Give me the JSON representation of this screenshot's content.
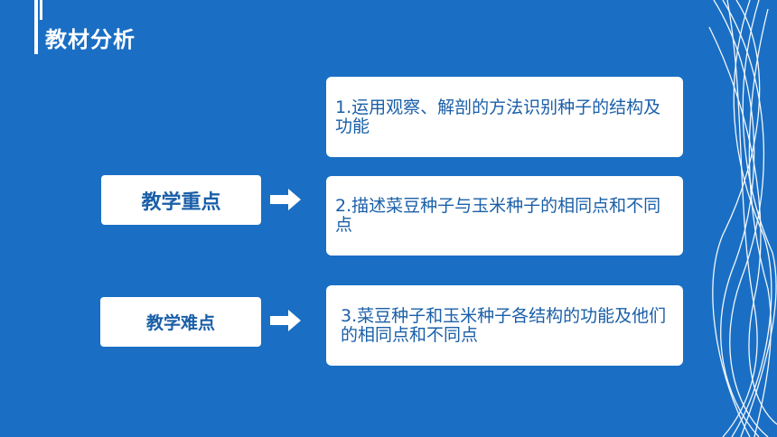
{
  "title": "教材分析",
  "colors": {
    "background": "#1a6fc4",
    "box": "#ffffff",
    "text_blue": "#1a5fa8"
  },
  "focus": {
    "label": "教学重点",
    "items": [
      "1.运用观察、解剖的方法识别种子的结构及功能",
      "2.描述菜豆种子与玉米种子的相同点和不同点"
    ]
  },
  "difficulty": {
    "label": "教学难点",
    "items": [
      "3.菜豆种子和玉米种子各结构的功能及他们的相同点和不同点"
    ]
  },
  "icons": {
    "arrow": "right-arrow-icon",
    "decoration": "curved-lines-decoration"
  }
}
